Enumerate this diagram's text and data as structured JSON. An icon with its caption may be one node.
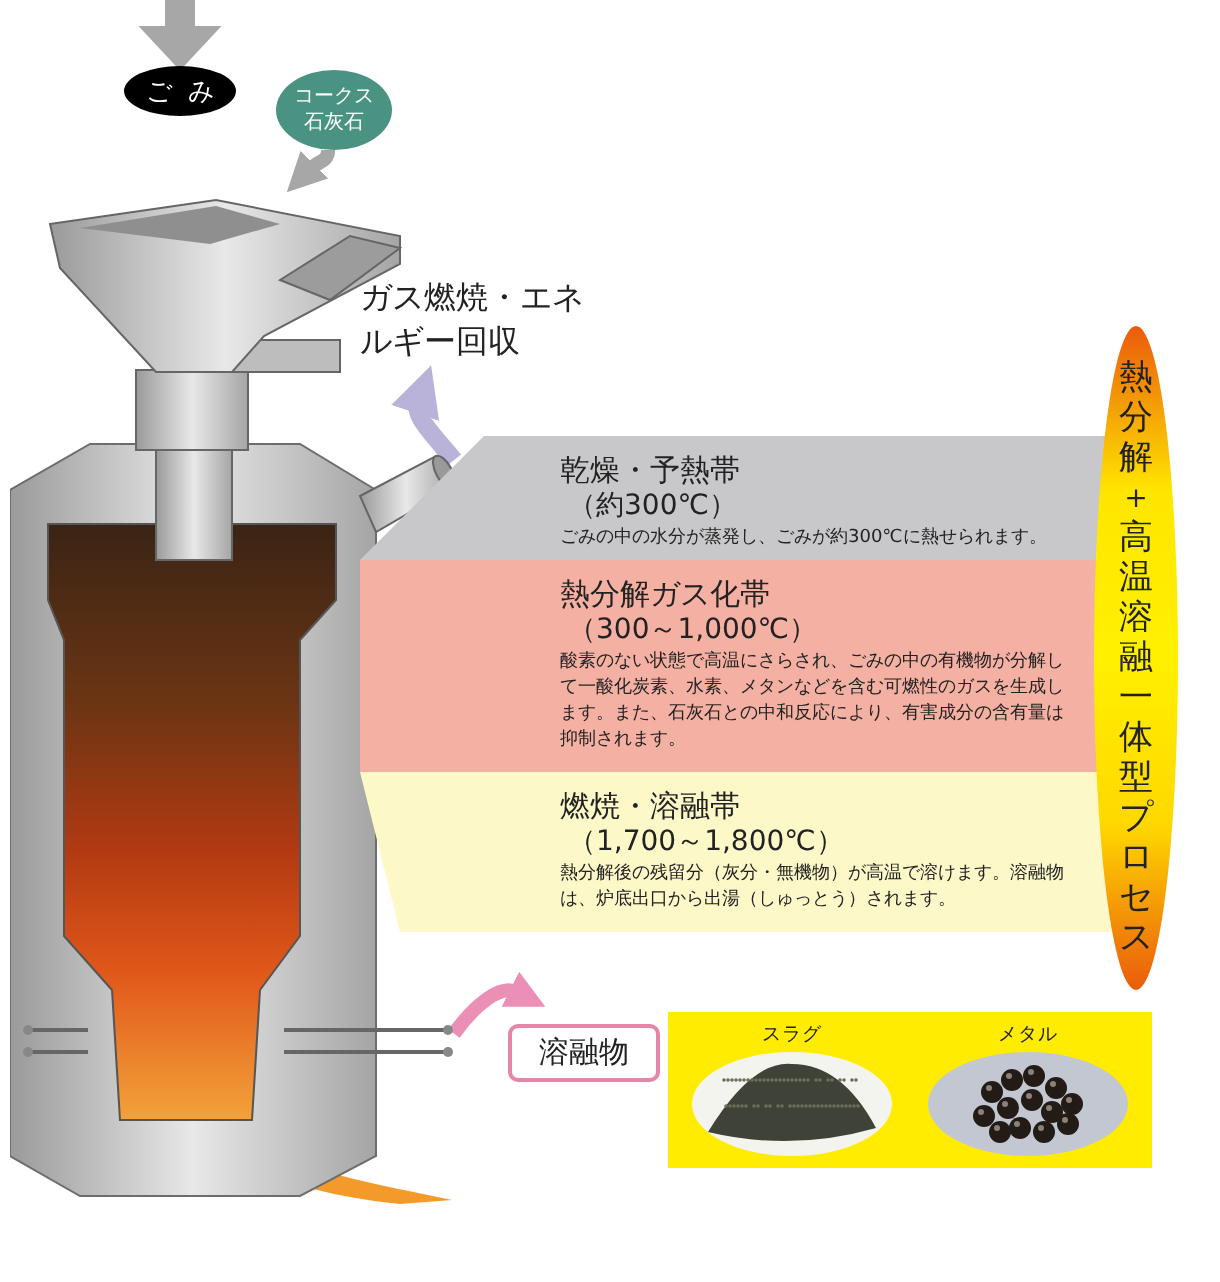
{
  "diagram": {
    "nodes": [
      {
        "text": [
          "ごみ"
        ]
      },
      {
        "text": [
          "コークス石灰石"
        ]
      },
      {
        "text": [],
        "shape": "picture"
      },
      {
        "text": [
          "ガス燃焼・エネルギー回収"
        ]
      },
      {
        "text": [
          "乾燥・予熱帯",
          "（約300℃）",
          "ごみの中の水分が蒸発し、ごみが約300℃に熱せられます。"
        ]
      },
      {
        "text": [
          "熱分解ガス化帯",
          "（300～1,000℃）",
          "酸素のない状態で高温にさらされ、ごみの中の有機物が分解して一酸化炭素、水素、メタンなどを含む可燃性のガスを生成します。また、石灰石との中和反応により、有害成分の含有量は抑制されます。"
        ]
      },
      {
        "text": [
          "燃焼・溶融帯",
          "（1,700～1,800℃）",
          "熱分解後の残留分（灰分・無機物）が高温で溶けます。溶融物は、炉底出口から出湯（しゅっとう）されます。"
        ]
      },
      {
        "text": [
          "溶融物"
        ]
      },
      {
        "text": [],
        "shape": "box"
      },
      {
        "text": [
          "スラグ"
        ],
        "in": 8
      },
      {
        "text": [
          "メタル"
        ],
        "in": 8
      },
      {
        "text": [
          "熱分解＋高温溶融一体型プロセス"
        ]
      }
    ],
    "edges": [
      {
        "from": null,
        "to": 0,
        "arrow": "to",
        "style": "thick"
      },
      {
        "from": 1,
        "to": 2,
        "arrow": "to"
      },
      {
        "from": 2,
        "to": 3,
        "arrow": "to"
      },
      {
        "from": 2,
        "to": 7,
        "arrow": "to"
      }
    ]
  }
}
